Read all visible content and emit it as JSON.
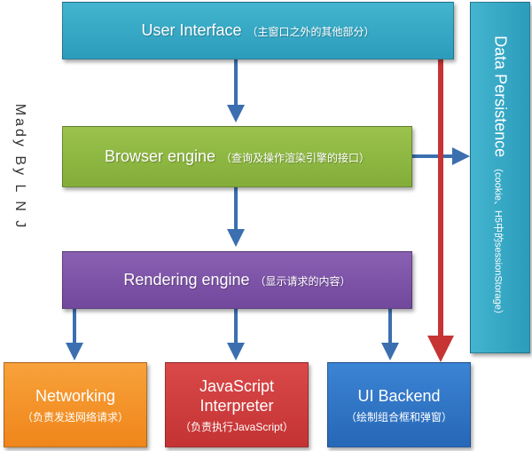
{
  "nodes": {
    "user_interface": {
      "title": "User Interface",
      "note": "（主窗口之外的其他部分）"
    },
    "browser_engine": {
      "title": "Browser engine",
      "note": "（查询及操作渲染引擎的接口）"
    },
    "rendering_engine": {
      "title": "Rendering engine",
      "note": "（显示请求的内容）"
    },
    "networking": {
      "title": "Networking",
      "note": "（负责发送网络请求）"
    },
    "javascript_interpreter": {
      "title_line1": "JavaScript",
      "title_line2": "Interpreter",
      "note": "（负责执行JavaScript）"
    },
    "ui_backend": {
      "title": "UI Backend",
      "note": "（绘制组合框和弹窗）"
    },
    "data_persistence": {
      "title": "Data Persistence",
      "note": "（cookie、H5中的sessionStorage）"
    }
  },
  "author": "Mady  By  L N J",
  "colors": {
    "user_interface": "#36a9c6",
    "browser_engine": "#8fb843",
    "rendering_engine": "#7d54a8",
    "networking": "#f4932a",
    "javascript_interpreter": "#cf3e3e",
    "ui_backend": "#3176c7",
    "data_persistence": "#36a9c6",
    "blue_arrow": "#3b6fb0",
    "red_arrow": "#c63434"
  },
  "edges": [
    {
      "from": "user_interface",
      "to": "browser_engine",
      "color": "blue"
    },
    {
      "from": "browser_engine",
      "to": "rendering_engine",
      "color": "blue"
    },
    {
      "from": "browser_engine",
      "to": "data_persistence",
      "color": "blue"
    },
    {
      "from": "rendering_engine",
      "to": "networking",
      "color": "blue"
    },
    {
      "from": "rendering_engine",
      "to": "javascript_interpreter",
      "color": "blue"
    },
    {
      "from": "rendering_engine",
      "to": "ui_backend",
      "color": "blue"
    },
    {
      "from": "user_interface",
      "to": "ui_backend",
      "color": "red"
    }
  ]
}
